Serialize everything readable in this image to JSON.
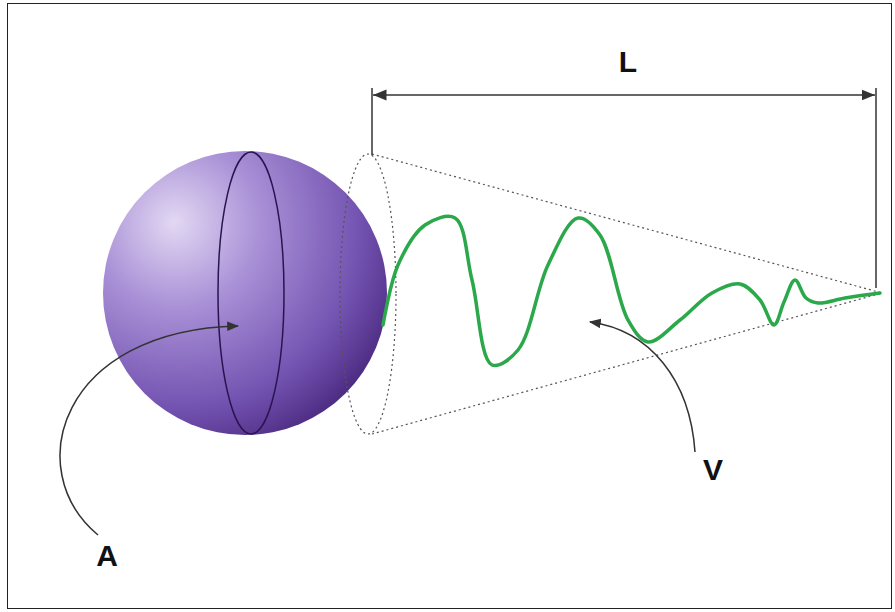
{
  "diagram": {
    "labels": [
      "L",
      "A",
      "V"
    ]
  }
}
